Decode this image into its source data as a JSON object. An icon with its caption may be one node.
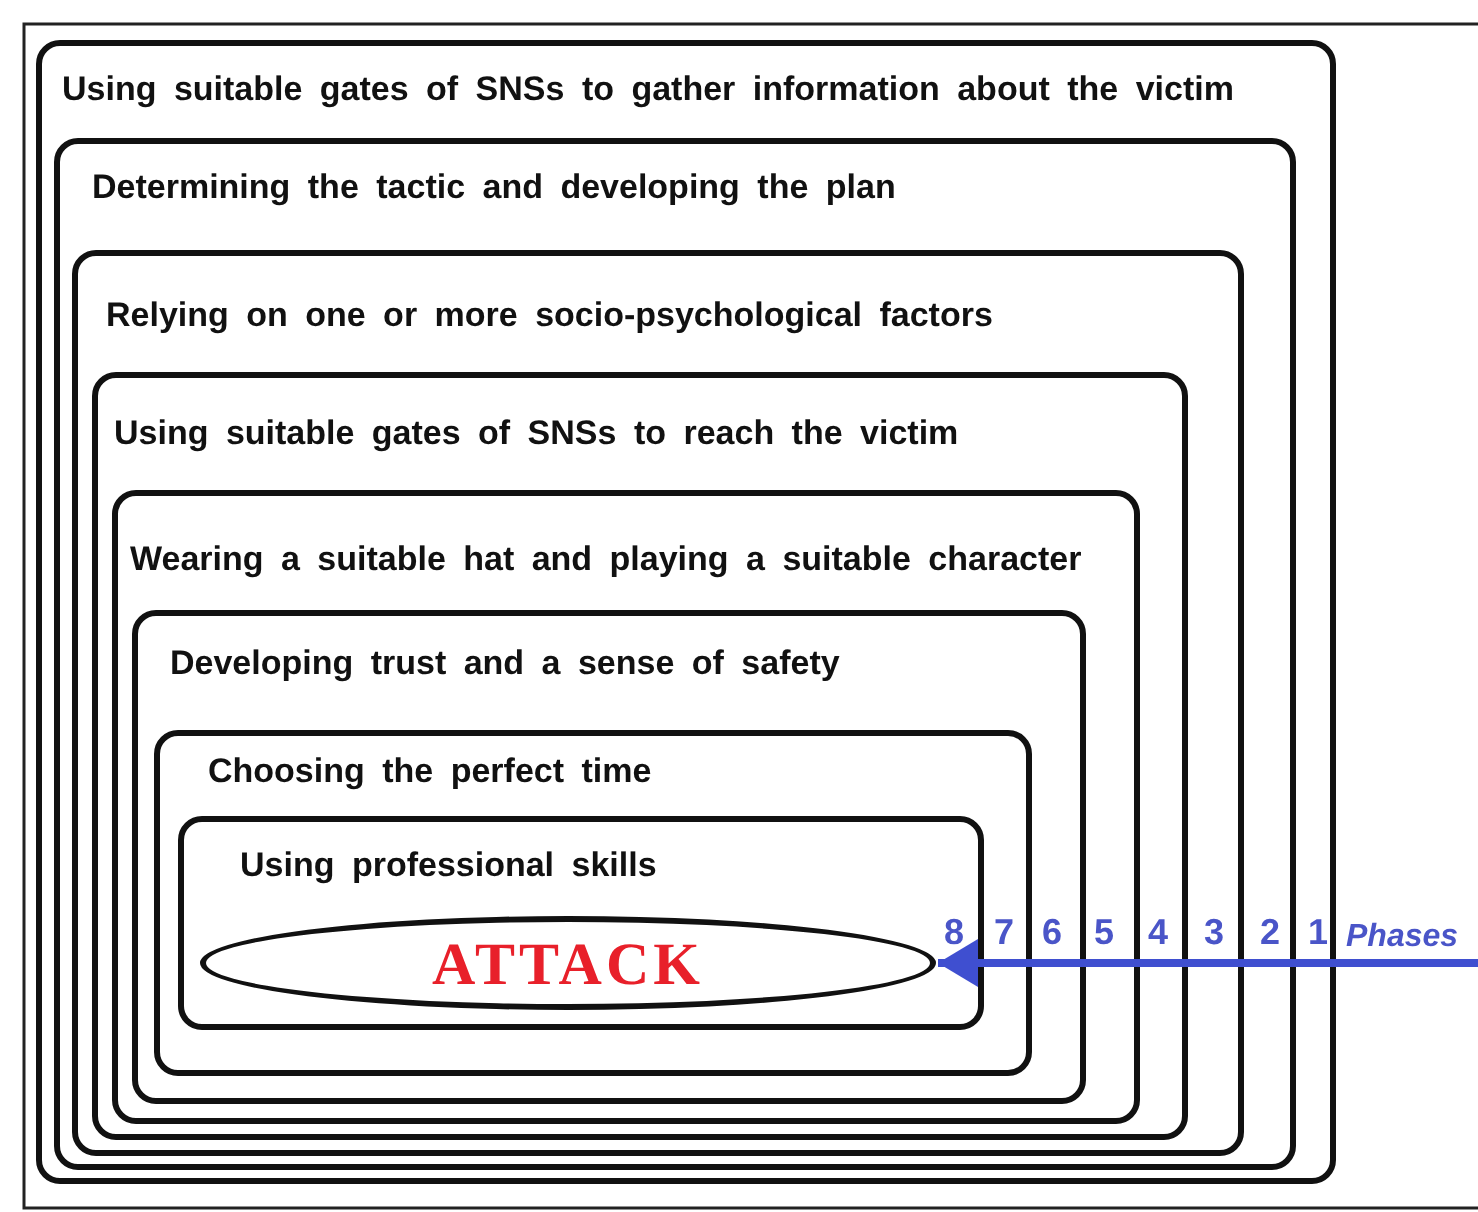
{
  "diagram": {
    "nodes": [
      {
        "text": [
          "Using suitable gates of SNSs to gather information about the victim"
        ]
      },
      {
        "text": [
          "Determining the tactic and developing the plan"
        ],
        "in": 0
      },
      {
        "text": [
          "Relying on one or more socio-psychological factors"
        ],
        "in": 1
      },
      {
        "text": [
          "Using suitable gates of SNSs to reach the victim"
        ],
        "in": 2
      },
      {
        "text": [
          "Wearing a suitable hat and playing a suitable character"
        ],
        "in": 3
      },
      {
        "text": [
          "Developing trust and a sense of safety"
        ],
        "in": 4
      },
      {
        "text": [
          "Choosing the perfect time"
        ],
        "in": 5
      },
      {
        "text": [
          "Using professional skills"
        ],
        "in": 6
      },
      {
        "text": [
          "ATTACK"
        ],
        "in": 7
      }
    ],
    "edges": [
      {
        "from": null,
        "to": 8,
        "arrow": "to"
      }
    ],
    "labels": [
      "8",
      "7",
      "6",
      "5",
      "4",
      "3",
      "2",
      "1",
      "Phases"
    ]
  }
}
